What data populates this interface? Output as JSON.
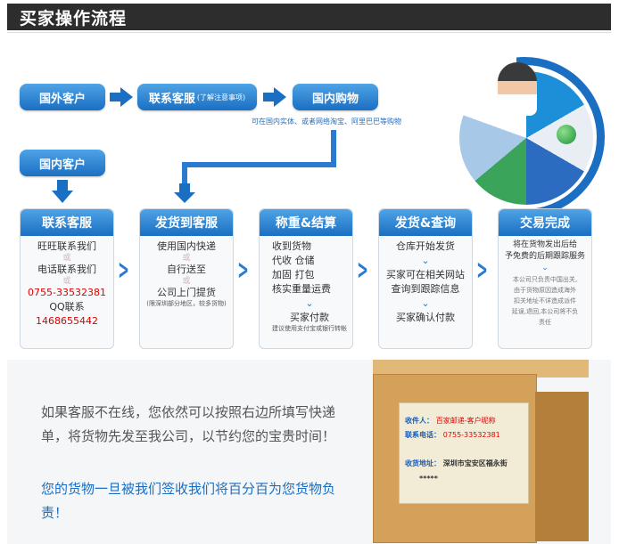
{
  "header": {
    "title": "买家操作流程"
  },
  "flow_top": {
    "overseas": "国外客户",
    "contact_service": "联系客服",
    "contact_note": "(了解注意事项)",
    "domestic_shopping": "国内购物",
    "shopping_note": "可在国内实体、或者网络淘宝、阿里巴巴等购物",
    "domestic": "国内客户"
  },
  "stages": {
    "contact": {
      "title": "联系客服",
      "lines": [
        "旺旺联系我们",
        "或",
        "电话联系我们",
        "或",
        "0755-33532381",
        "QQ联系",
        "1468655442"
      ]
    },
    "ship": {
      "title": "发货到客服",
      "lines": [
        "使用国内快递",
        "或",
        "自行送至",
        "或",
        "公司上门提货"
      ],
      "note": "(限深圳部分地区，较多货物)"
    },
    "weigh": {
      "title": "称重&结算",
      "items": [
        "收到货物",
        "代收  仓储",
        "加固  打包",
        "核实重量运费"
      ],
      "pay": "买家付款",
      "note": "建议使用支付宝或银行转帐"
    },
    "dispatch": {
      "title": "发货&查询",
      "lines": [
        "仓库开始发货",
        "买家可在相关网站",
        "查询到跟踪信息",
        "买家确认付款"
      ]
    },
    "complete": {
      "title": "交易完成",
      "lines": [
        "将在货物发出后给",
        "予免费的后期跟踪服务"
      ],
      "small": [
        "本公司只负责中国出关,",
        "由于货物原因造成海外",
        "扣关地址不详造成派件",
        "延误,退回,本公司将不负",
        "责任"
      ]
    }
  },
  "bottom": {
    "desc": "如果客服不在线，您依然可以按照右边所填写快递单，将货物先发至我公司，以节约您的宝贵时间！",
    "emph": "您的货物一旦被我们签收我们将百分百为您货物负责！"
  },
  "parcel": {
    "recipient_label": "收件人：",
    "recipient_value": "百家邮递-客户昵称",
    "phone_label": "联系电话：",
    "phone_value": "0755-33532381",
    "address_label": "收货地址：",
    "address_value": "深圳市宝安区福永街",
    "stars": "*****"
  },
  "colors": {
    "accent": "#1a6fc2",
    "header": "#2d2d2d",
    "highlight": "#e00000"
  }
}
